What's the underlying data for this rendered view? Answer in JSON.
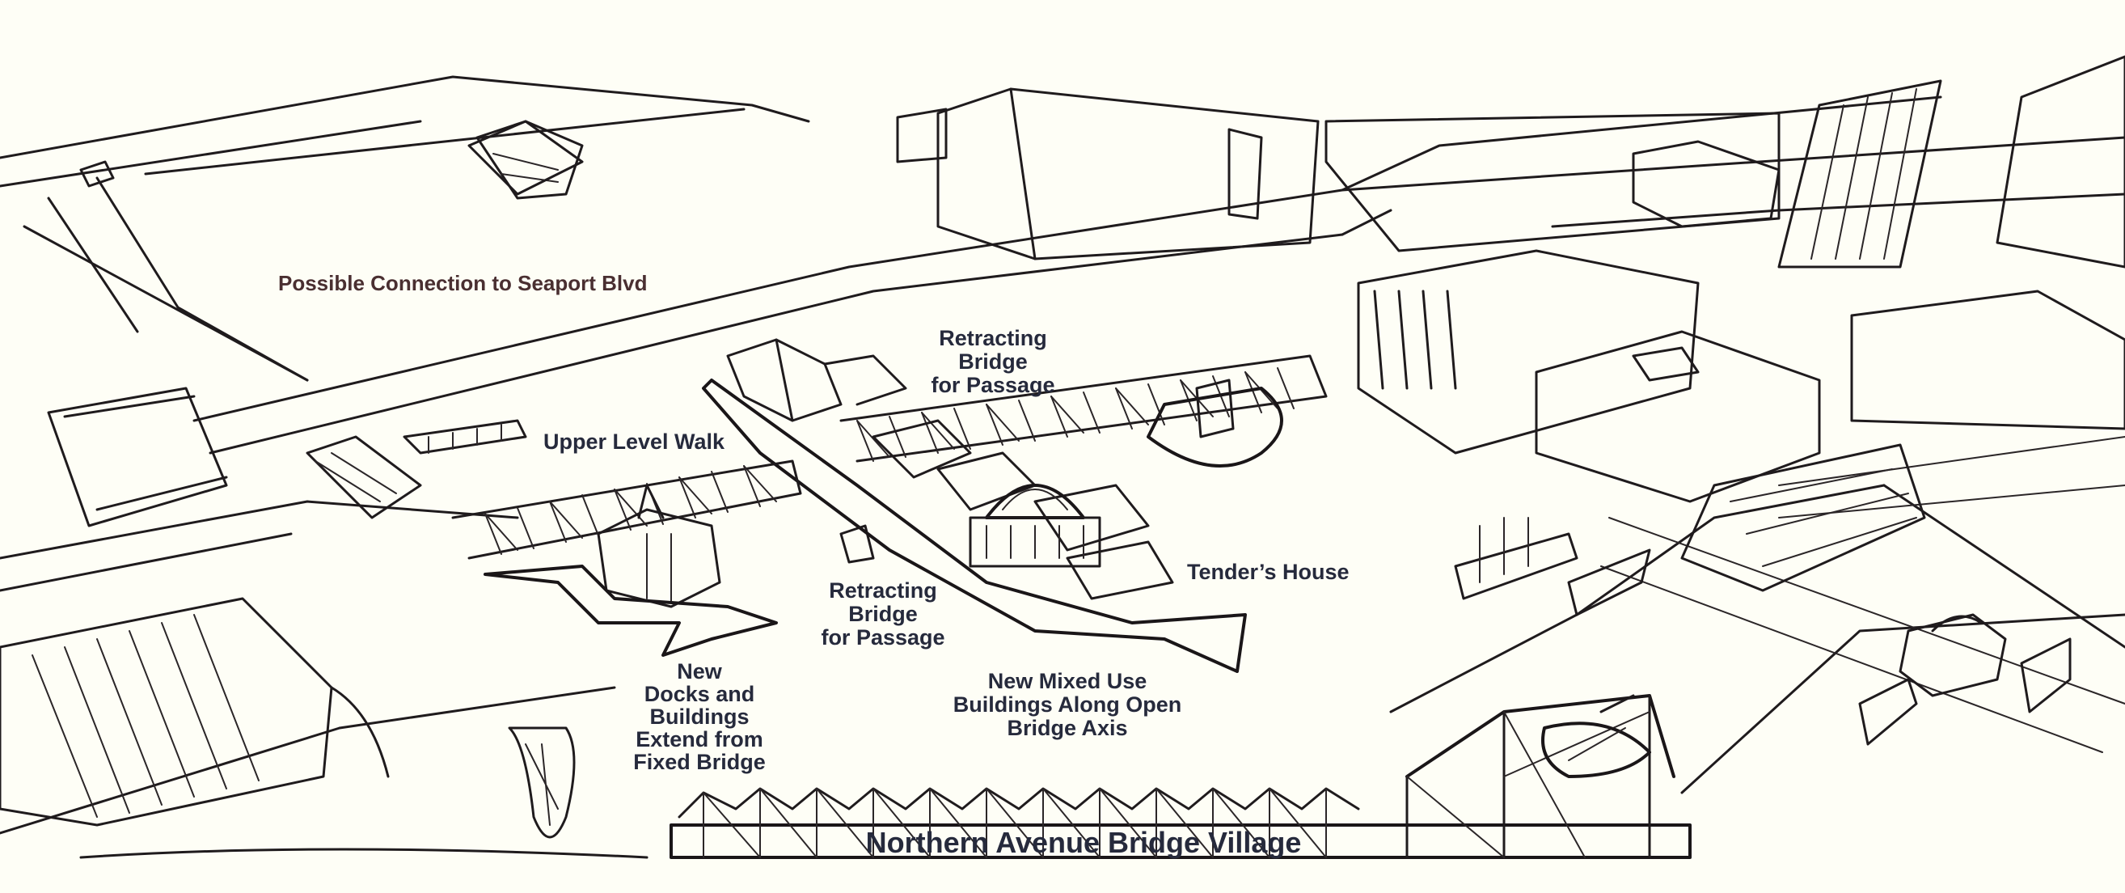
{
  "labels": {
    "seaport": "Possible Connection to Seaport Blvd",
    "retract_top": "Retracting\nBridge\nfor Passage",
    "upper_walk": "Upper Level Walk",
    "tenders_house": "Tender’s House",
    "retract_mid": "Retracting\nBridge\nfor Passage",
    "new_docks": "New\nDocks and\nBuildings\nExtend from\nFixed Bridge",
    "mixed_use": "New Mixed Use\nBuildings Along Open\nBridge Axis",
    "village": "Northern Avenue Bridge Village"
  },
  "colors": {
    "paper": "#fefef6",
    "ink": "#1f1b1d",
    "label_blue": "#262a3c",
    "label_brown": "#4a2f31"
  }
}
